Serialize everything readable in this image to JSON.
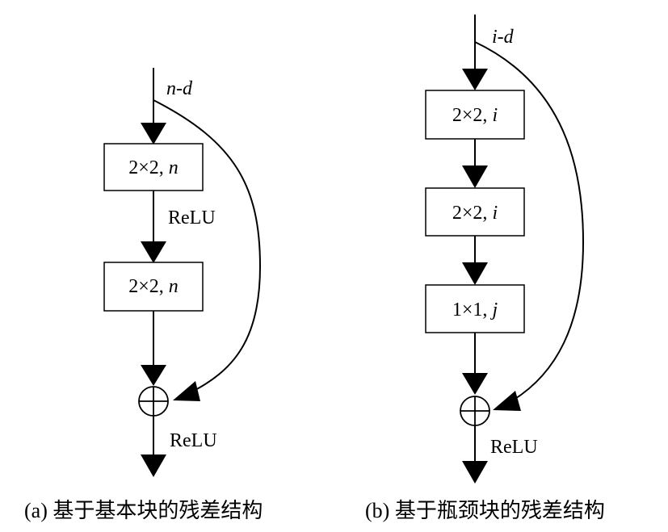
{
  "diagram_a": {
    "input_label": "n-d",
    "block1": {
      "dims": "2×2, ",
      "var": "n"
    },
    "relu_mid": "ReLU",
    "block2": {
      "dims": "2×2, ",
      "var": "n"
    },
    "relu_out": "ReLU",
    "caption_prefix": "(a) ",
    "caption": "基于基本块的残差结构"
  },
  "diagram_b": {
    "input_label": "i-d",
    "block1": {
      "dims": "2×2, ",
      "var": "i"
    },
    "block2": {
      "dims": "2×2, ",
      "var": "i"
    },
    "block3": {
      "dims": "1×1, ",
      "var": "j"
    },
    "relu_out": "ReLU",
    "caption_prefix": "(b) ",
    "caption": "基于瓶颈块的残差结构"
  }
}
